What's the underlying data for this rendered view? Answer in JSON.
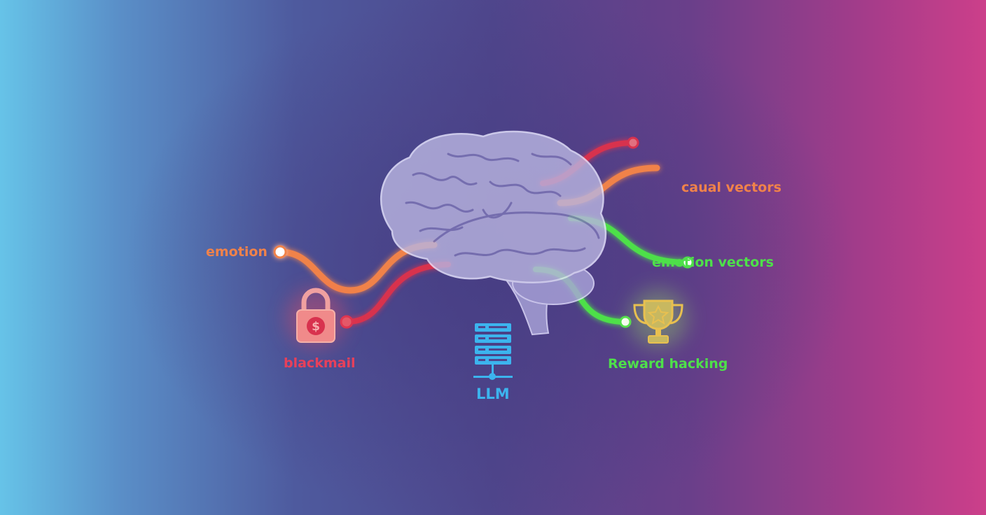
{
  "labels": {
    "emotion": "emotion",
    "causal_vectors": "caual vectors",
    "emotion_vectors": "emotion vectors",
    "blackmail": "blackmail",
    "llm": "LLM",
    "reward_hacking": "Reward hacking"
  },
  "icons": [
    "brain-icon",
    "padlock-dollar-icon",
    "server-stack-icon",
    "trophy-icon"
  ],
  "colors": {
    "orange": "#f0824a",
    "red": "#d8324e",
    "green": "#4ee04a",
    "blue": "#3cb4ee",
    "gold": "#e8c050",
    "brain": "#b8b4e0"
  }
}
